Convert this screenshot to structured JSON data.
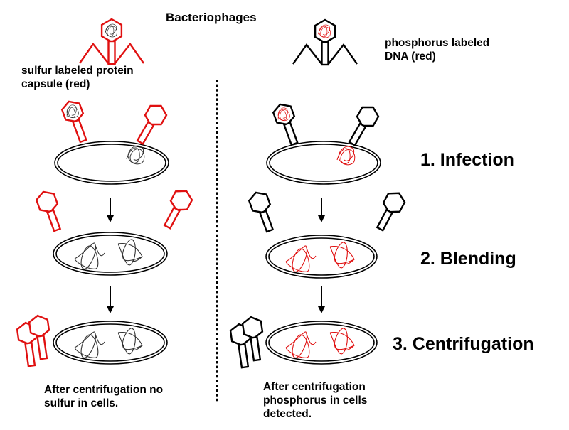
{
  "title": "Bacteriophages",
  "colors": {
    "label_red": "#e01010",
    "outline_black": "#000000",
    "dna_black": "#333333",
    "background": "#ffffff"
  },
  "left_panel": {
    "label": "sulfur labeled protein capsule (red)",
    "label_lines": [
      "sulfur labeled protein",
      "capsule (red)"
    ],
    "phage_color": "red",
    "dna_color": "black",
    "conclusion_lines": [
      "After centrifugation no",
      "sulfur in cells."
    ]
  },
  "right_panel": {
    "label": "phosphorus labeled DNA (red)",
    "label_lines": [
      "phosphorus labeled",
      "DNA (red)"
    ],
    "phage_color": "black",
    "dna_color": "red",
    "conclusion_lines": [
      "After centrifugation",
      "phosphorus in cells",
      "detected."
    ]
  },
  "steps": [
    {
      "number": "1.",
      "label": "1. Infection"
    },
    {
      "number": "2.",
      "label": "2. Blending"
    },
    {
      "number": "3.",
      "label": "3. Centrifugation"
    }
  ]
}
